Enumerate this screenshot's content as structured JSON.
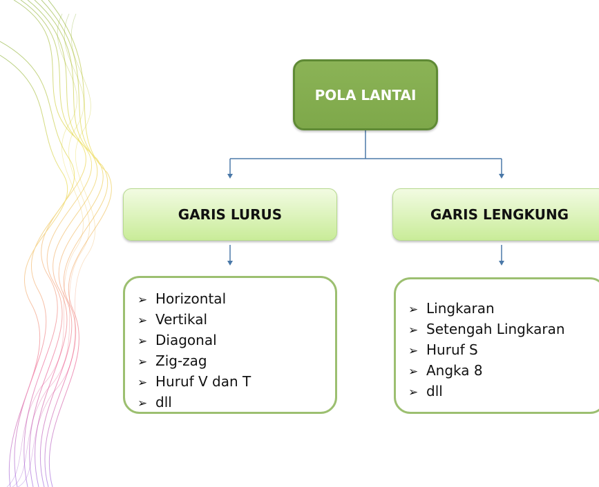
{
  "root": {
    "label": "POLA LANTAI"
  },
  "categories": [
    {
      "label": "GARIS LURUS",
      "items": [
        "Horizontal",
        "Vertikal",
        "Diagonal",
        "Zig-zag",
        "Huruf V dan T",
        "dll"
      ]
    },
    {
      "label": "GARIS LENGKUNG",
      "items": [
        "Lingkaran",
        "Setengah Lingkaran",
        "Huruf S",
        "Angka 8",
        "dll"
      ]
    }
  ],
  "bullet_icon": "arrowhead-bullet",
  "colors": {
    "root_fill": "#7ea84a",
    "category_fill": "#c9ec99",
    "list_border": "#9cbf70",
    "connector": "#4a78a8"
  }
}
